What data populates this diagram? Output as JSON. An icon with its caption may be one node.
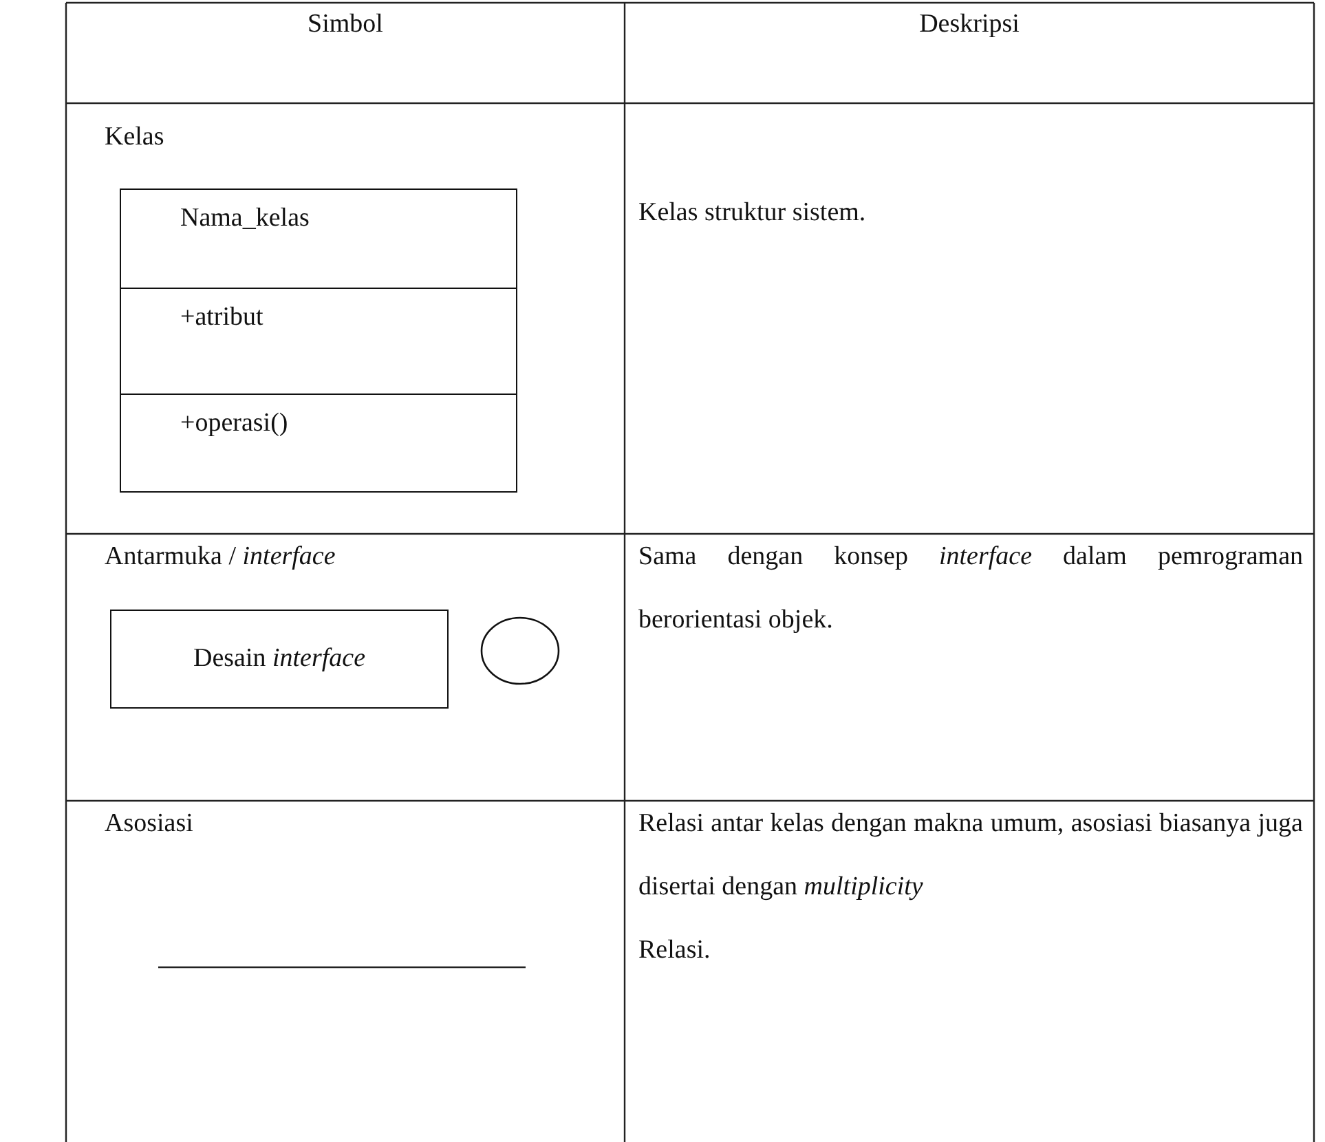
{
  "diagram": {
    "nodes": [
      {
        "text": [
          "Nama_kelas",
          "+atribut",
          "+operasi()"
        ]
      },
      {
        "text": [
          "Desain *interface*"
        ]
      },
      {
        "text": [],
        "shape": "circle"
      }
    ],
    "labels": [
      "Simbol",
      "Deskripsi",
      "Kelas",
      "Kelas struktur sistem.",
      "Antarmuka / *interface*",
      "Sama dengan konsep *interface* dalam pemrograman berorientasi objek.",
      "Asosiasi",
      "Relasi antar kelas dengan makna umum, asosiasi biasanya juga disertai dengan *multiplicity*",
      "Relasi."
    ]
  }
}
